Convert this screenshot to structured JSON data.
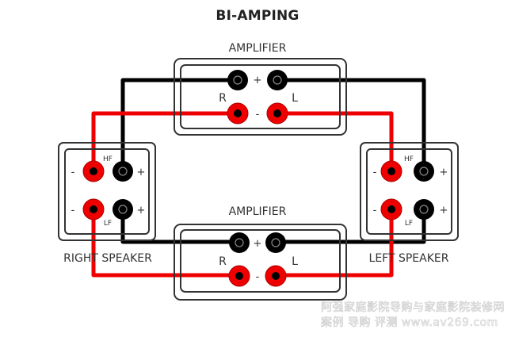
{
  "title": "BI-AMPING",
  "colors": {
    "positive_wire": "#000000",
    "negative_wire": "#ee0000",
    "red_terminal": "#ee0000",
    "black_terminal": "#000000"
  },
  "amplifiers": [
    {
      "id": "top",
      "label": "AMPLIFIER",
      "channel_right": "R",
      "channel_left": "L",
      "plus": "+",
      "minus": "-"
    },
    {
      "id": "bottom",
      "label": "AMPLIFIER",
      "channel_right": "R",
      "channel_left": "L",
      "plus": "+",
      "minus": "-"
    }
  ],
  "speakers": [
    {
      "id": "right",
      "label": "RIGHT SPEAKER",
      "hf": "HF",
      "lf": "LF",
      "plus": "+",
      "minus": "-"
    },
    {
      "id": "left",
      "label": "LEFT SPEAKER",
      "hf": "HF",
      "lf": "LF",
      "plus": "+",
      "minus": "-"
    }
  ],
  "watermark": {
    "line1": "阿强家庭影院导购与家庭影院装修网",
    "line2": "案例 导购 评测 www.av269.com"
  }
}
